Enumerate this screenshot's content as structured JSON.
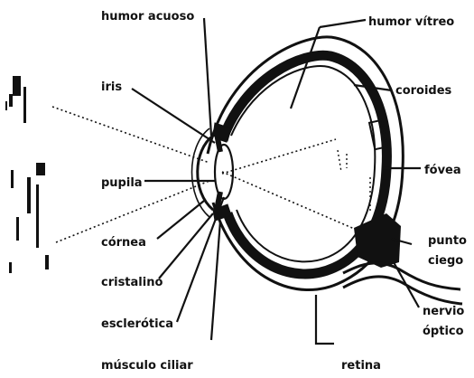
{
  "labels": {
    "humor_acuoso": "humor acuoso",
    "humor_vitreo": "humor vítreo",
    "iris": "iris",
    "coroides": "coroides",
    "pupila": "pupila",
    "fovea": "fóvea",
    "cornea": "córnea",
    "punto_ciego_line1": "punto",
    "punto_ciego_line2": "ciego",
    "cristalino": "cristalino",
    "nervio_optico_line1": "nervio",
    "nervio_optico_line2": "óptico",
    "esclerotica": "esclerótica",
    "musculo_ciliar": "músculo ciliar",
    "retina": "retina"
  },
  "colors": {
    "ink": "#111111",
    "background": "#ffffff"
  }
}
